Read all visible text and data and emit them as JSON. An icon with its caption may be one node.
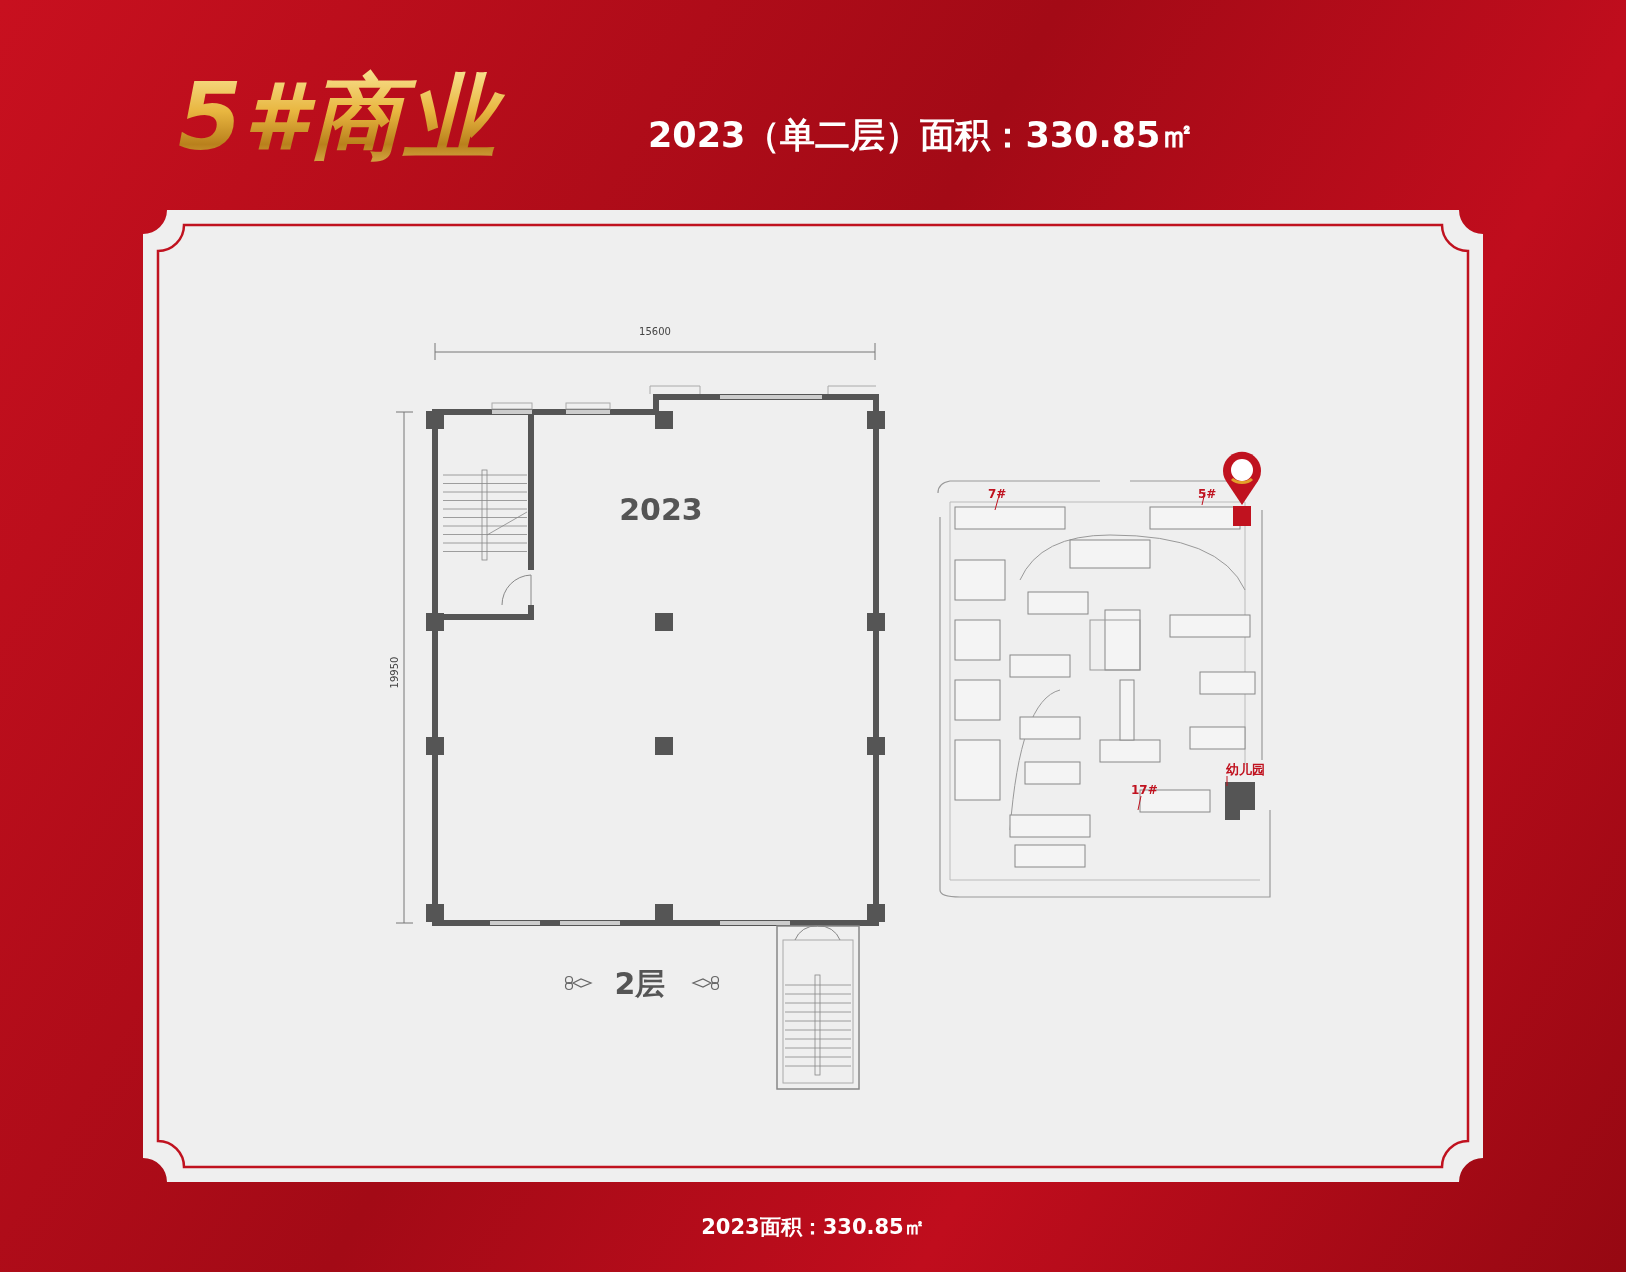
{
  "diagram": {
    "title": "5#商业",
    "caption": "2023面积：330.85㎡",
    "labels": [
      "2023（单二层）面积：330.85㎡",
      "15600",
      "2023",
      "19950",
      "7#",
      "5#",
      "幼儿园",
      "17#",
      "2层"
    ]
  }
}
